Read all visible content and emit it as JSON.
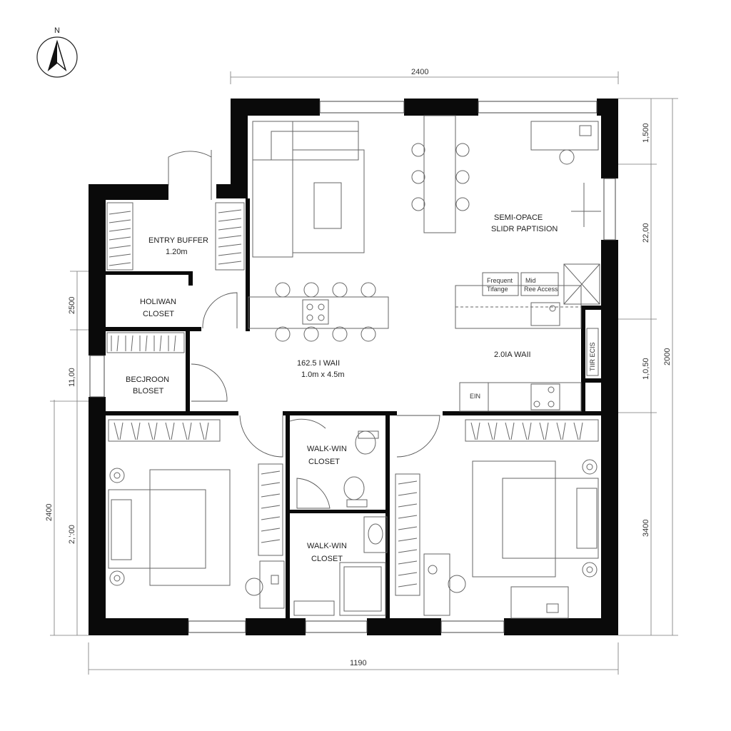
{
  "compass": {
    "label": "N",
    "icon": "north-arrow-icon"
  },
  "dimensions": {
    "top": "2400",
    "bottom": "1190",
    "right_1": "1,500",
    "right_2": "22,00",
    "right_3": "1,0,50",
    "right_4": "3400",
    "right_overall": "2000",
    "left_1": "2500",
    "left_2": "11,00",
    "left_3": "2,’:00",
    "left_overall": "2400"
  },
  "rooms": {
    "entry_buffer": {
      "name": "ENTRY BUFFER",
      "size": "1.20m"
    },
    "hallway_closet": {
      "line1": "HOLIWAN",
      "line2": "CLOSET"
    },
    "bedroom_closet": {
      "line1": "BECJROON",
      "line2": "BLOSET"
    },
    "living": {
      "line1": "162.5 I WAII",
      "line2": "1.0m x 4.5m"
    },
    "partition": {
      "line1": "SEMI-OPACE",
      "line2": "SLIDR PAPTISION"
    },
    "kitchen_wall": {
      "name": "2.0IA WAII"
    },
    "walk_in_1": {
      "line1": "WALK-WIN",
      "line2": "CLOSET"
    },
    "walk_in_2": {
      "line1": "WALK-WIN",
      "line2": "CLOSET"
    },
    "frequent_box": {
      "line1": "Frequent",
      "line2": "Tifange"
    },
    "mid_box": {
      "line1": "Mid",
      "line2": "Ree Access"
    },
    "side_panel": {
      "label": "TIIR ECIS"
    },
    "appliance": {
      "label": "EIN"
    }
  }
}
